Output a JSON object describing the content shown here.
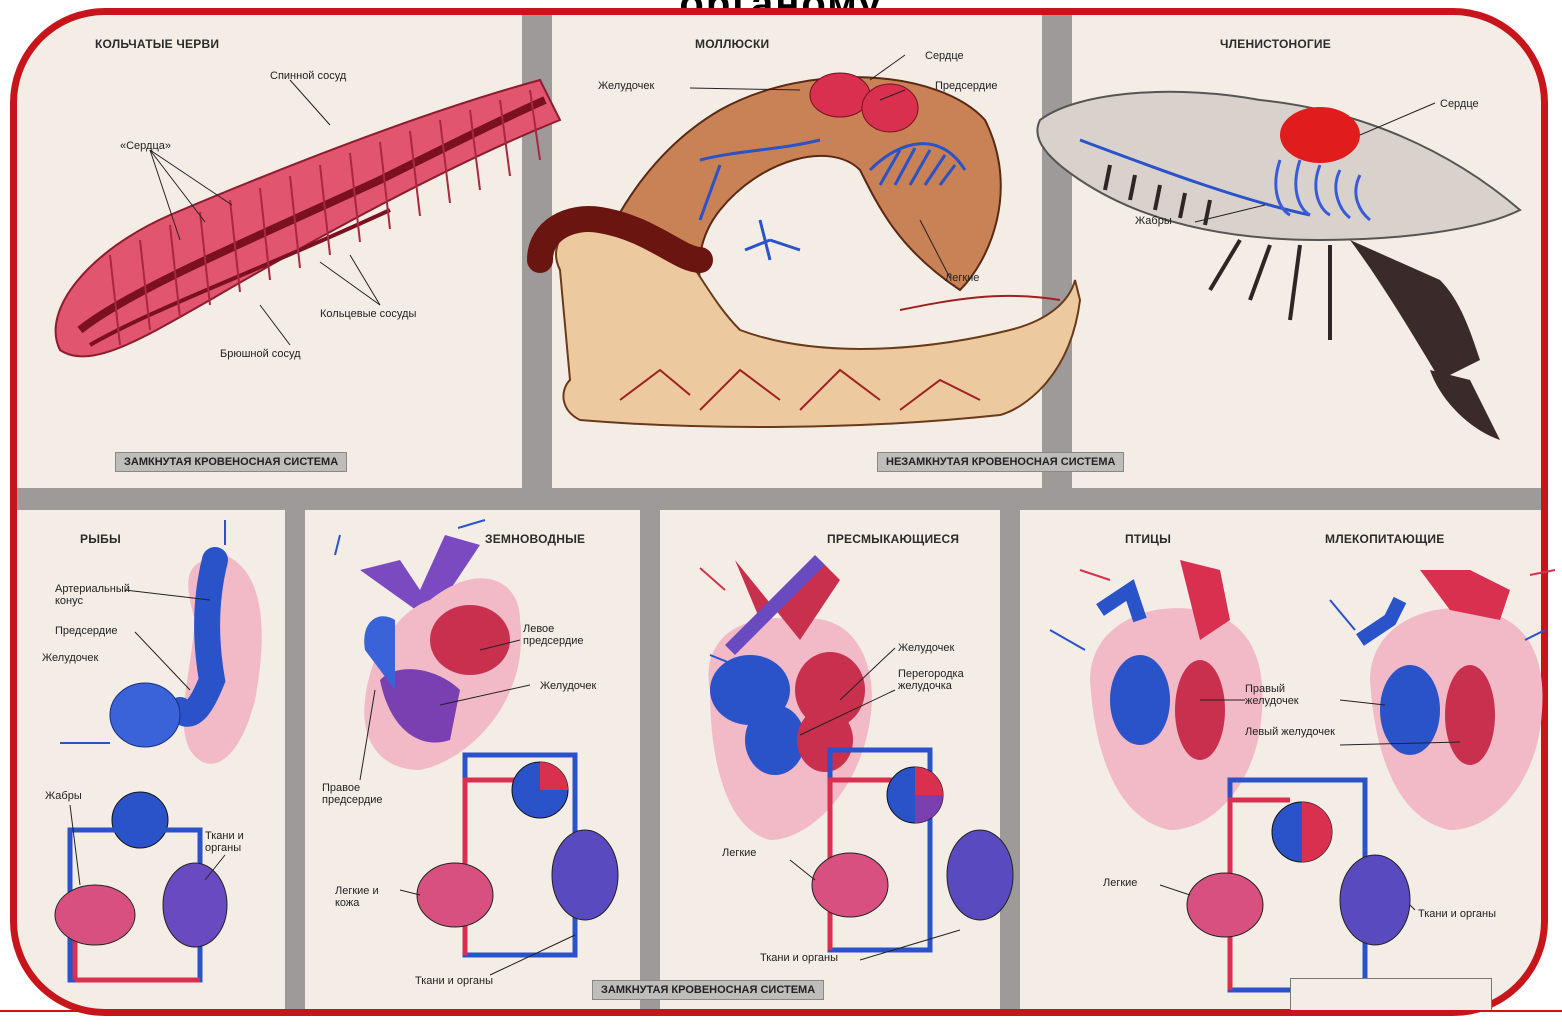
{
  "heading": "органому",
  "top": {
    "annelids": {
      "title": "КОЛЬЧАТЫЕ ЧЕРВИ",
      "labels": [
        "Спинной сосуд",
        "«Сердца»",
        "Кольцевые сосуды",
        "Брюшной сосуд"
      ]
    },
    "mollusks": {
      "title": "МОЛЛЮСКИ",
      "labels": [
        "Сердце",
        "Желудочек",
        "Предсердие",
        "Легкие"
      ]
    },
    "arthropods": {
      "title": "ЧЛЕНИСТОНОГИЕ",
      "labels": [
        "Сердце",
        "Жабры"
      ]
    },
    "banner_closed": "ЗАМКНУТАЯ КРОВЕНОСНАЯ СИСТЕМА",
    "banner_open": "НЕЗАМКНУТАЯ КРОВЕНОСНАЯ СИСТЕМА"
  },
  "bottom": {
    "fish": {
      "title": "РЫБЫ",
      "labels": [
        "Артериальный конус",
        "Предсердие",
        "Желудочек",
        "Жабры",
        "Ткани и органы"
      ]
    },
    "amphibians": {
      "title": "ЗЕМНОВОДНЫЕ",
      "labels": [
        "Левое предсердие",
        "Желудочек",
        "Правое предсердие",
        "Легкие и кожа",
        "Ткани и органы"
      ]
    },
    "reptiles": {
      "title": "ПРЕСМЫКАЮЩИЕСЯ",
      "labels": [
        "Желудочек",
        "Перегородка желудочка",
        "Легкие",
        "Ткани и органы"
      ]
    },
    "birds": {
      "title": "ПТИЦЫ"
    },
    "mammals": {
      "title": "МЛЕКОПИТАЮЩИЕ",
      "labels": [
        "Правый желудочек",
        "Левый желудочек",
        "Легкие",
        "Ткани и органы"
      ]
    },
    "banner": "ЗАМКНУТАЯ КРОВЕНОСНАЯ СИСТЕМА"
  },
  "colors": {
    "frame": "#c8141b",
    "arterial": "#d8304e",
    "venous": "#2a52c9",
    "mixed": "#7b3fb0",
    "panel": "#f4ede6",
    "divider": "#9e9a9a"
  }
}
